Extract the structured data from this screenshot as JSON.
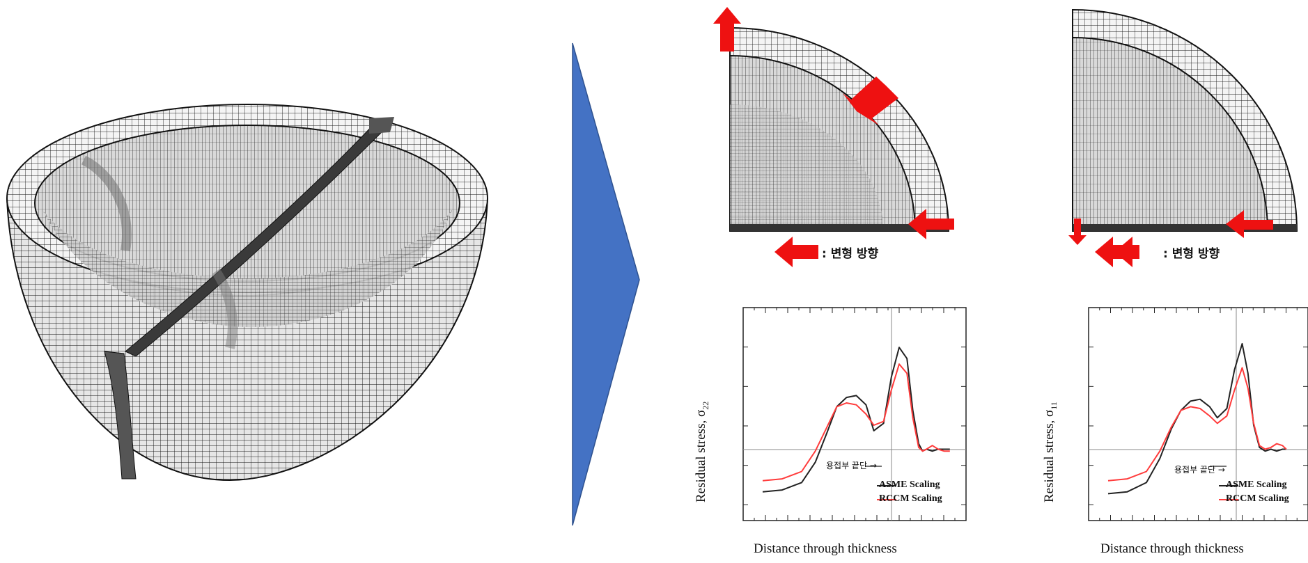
{
  "deformation_legend": {
    "left": ": 변형 방향",
    "right": ": 변형 방향"
  },
  "colors": {
    "arrow_shape": "#4472c4",
    "deformation_arrow": "#ee1111",
    "asme_line": "#222222",
    "rccm_line": "#ff3b3b",
    "mesh": "#1a1a1a"
  },
  "chart_data": [
    {
      "type": "line",
      "xlabel": "Distance through thickness",
      "ylabel_main": "Residual stress, σ",
      "ylabel_sub": "22",
      "annotation": "용접부 끝단",
      "grid": false,
      "legend_position": "bottom-right",
      "xlim": [
        0,
        1
      ],
      "ylim": [
        0,
        1
      ],
      "series": [
        {
          "name": "ASME Scaling",
          "color": "#222222",
          "x": [
            0.0,
            0.1,
            0.2,
            0.27,
            0.33,
            0.38,
            0.43,
            0.48,
            0.53,
            0.57,
            0.62,
            0.66,
            0.7,
            0.74,
            0.77,
            0.8,
            0.82,
            0.84,
            0.87,
            0.9,
            0.93,
            0.96
          ],
          "y": [
            0.08,
            0.09,
            0.13,
            0.24,
            0.4,
            0.54,
            0.59,
            0.6,
            0.55,
            0.41,
            0.45,
            0.7,
            0.86,
            0.8,
            0.52,
            0.34,
            0.3,
            0.31,
            0.3,
            0.31,
            0.31,
            0.31
          ]
        },
        {
          "name": "RCCM Scaling",
          "color": "#ff3b3b",
          "x": [
            0.0,
            0.1,
            0.2,
            0.27,
            0.33,
            0.38,
            0.43,
            0.48,
            0.53,
            0.57,
            0.62,
            0.66,
            0.7,
            0.74,
            0.77,
            0.8,
            0.82,
            0.84,
            0.87,
            0.9,
            0.93,
            0.96
          ],
          "y": [
            0.14,
            0.15,
            0.19,
            0.3,
            0.43,
            0.54,
            0.56,
            0.55,
            0.5,
            0.44,
            0.46,
            0.63,
            0.77,
            0.72,
            0.48,
            0.32,
            0.3,
            0.31,
            0.33,
            0.31,
            0.3,
            0.3
          ]
        }
      ]
    },
    {
      "type": "line",
      "xlabel": "Distance through thickness",
      "ylabel_main": "Residual stress, σ",
      "ylabel_sub": "11",
      "annotation": "용접부 끝단",
      "grid": false,
      "legend_position": "bottom-right",
      "xlim": [
        0,
        1
      ],
      "ylim": [
        0,
        1
      ],
      "series": [
        {
          "name": "ASME Scaling",
          "color": "#222222",
          "x": [
            0.0,
            0.1,
            0.2,
            0.27,
            0.33,
            0.38,
            0.43,
            0.48,
            0.53,
            0.57,
            0.62,
            0.66,
            0.7,
            0.73,
            0.76,
            0.79,
            0.82,
            0.85,
            0.88,
            0.91,
            0.93
          ],
          "y": [
            0.07,
            0.08,
            0.13,
            0.26,
            0.42,
            0.52,
            0.57,
            0.58,
            0.54,
            0.48,
            0.53,
            0.74,
            0.88,
            0.72,
            0.44,
            0.32,
            0.3,
            0.31,
            0.3,
            0.31,
            0.31
          ]
        },
        {
          "name": "RCCM Scaling",
          "color": "#ff3b3b",
          "x": [
            0.0,
            0.1,
            0.2,
            0.27,
            0.33,
            0.38,
            0.43,
            0.48,
            0.53,
            0.57,
            0.62,
            0.66,
            0.7,
            0.73,
            0.76,
            0.79,
            0.82,
            0.85,
            0.88,
            0.91,
            0.93
          ],
          "y": [
            0.14,
            0.15,
            0.19,
            0.3,
            0.43,
            0.52,
            0.54,
            0.53,
            0.49,
            0.45,
            0.49,
            0.63,
            0.75,
            0.64,
            0.45,
            0.33,
            0.31,
            0.32,
            0.34,
            0.33,
            0.31
          ]
        }
      ]
    }
  ]
}
